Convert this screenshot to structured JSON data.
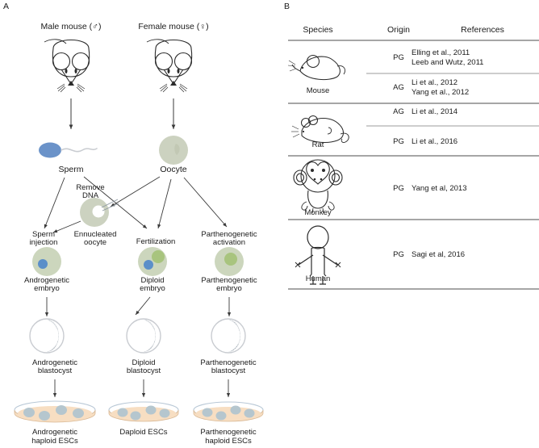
{
  "panels": {
    "a_letter": "A",
    "b_letter": "B"
  },
  "diagram": {
    "male_mouse": "Male mouse (♂)",
    "female_mouse": "Female mouse (♀)",
    "sperm": "Sperm",
    "oocyte": "Oocyte",
    "remove_dna_line1": "Remove",
    "remove_dna_line2": "DNA",
    "enucleated_line1": "Ennucleated",
    "enucleated_line2": "oocyte",
    "sperm_injection_line1": "Sperm",
    "sperm_injection_line2": "injection",
    "fertilization": "Fertilization",
    "parthenogenetic_activation_line1": "Parthenogenetic",
    "parthenogenetic_activation_line2": "activation",
    "androgenetic_embryo_line1": "Androgenetic",
    "androgenetic_embryo_line2": "embryo",
    "diploid_embryo_line1": "Diploid",
    "diploid_embryo_line2": "embryo",
    "parthenogenetic_embryo_line1": "Parthenogenetic",
    "parthenogenetic_embryo_line2": "embryo",
    "androgenetic_blastocyst_line1": "Androgenetic",
    "androgenetic_blastocyst_line2": "blastocyst",
    "diploid_blastocyst_line1": "Diploid",
    "diploid_blastocyst_line2": "blastocyst",
    "parthenogenetic_blastocyst_line1": "Parthenogenetic",
    "parthenogenetic_blastocyst_line2": "blastocyst",
    "androgenetic_escs_line1": "Androgenetic",
    "androgenetic_escs_line2": "haploid ESCs",
    "diploid_escs": "Daploid ESCs",
    "parthenogenetic_escs_line1": "Parthenogenetic",
    "parthenogenetic_escs_line2": "haploid ESCs"
  },
  "colors": {
    "sperm_head": "#6b93c9",
    "oocyte_fill": "#ccd2c0",
    "embryo_fill": "#ccd6bd",
    "male_pronucleus": "#5b8fc9",
    "female_pronucleus": "#a8c47e",
    "dish_fill": "#f7dec2",
    "dish_rim": "#b9c8d6",
    "colony_fill": "#b5c6ce",
    "line": "#3a3a3a",
    "table_rule": "#4d4d4d"
  },
  "table": {
    "headers": [
      "Species",
      "Origin",
      "References"
    ],
    "rows": [
      {
        "species": "Mouse",
        "icon": "mouse-icon",
        "entries": [
          {
            "origin": "PG",
            "references": [
              "Elling et al., 2011",
              "Leeb and Wutz, 2011"
            ]
          },
          {
            "origin": "AG",
            "references": [
              "Li et al., 2012",
              "Yang et al., 2012"
            ]
          }
        ]
      },
      {
        "species": "Rat",
        "icon": "rat-icon",
        "entries": [
          {
            "origin": "AG",
            "references": [
              "Li et al., 2014"
            ]
          },
          {
            "origin": "PG",
            "references": [
              "Li et al., 2016"
            ]
          }
        ]
      },
      {
        "species": "Monkey",
        "icon": "monkey-icon",
        "entries": [
          {
            "origin": "PG",
            "references": [
              "Yang et al, 2013"
            ]
          }
        ]
      },
      {
        "species": "Human",
        "icon": "human-icon",
        "entries": [
          {
            "origin": "PG",
            "references": [
              "Sagi et al, 2016"
            ]
          }
        ]
      }
    ]
  }
}
